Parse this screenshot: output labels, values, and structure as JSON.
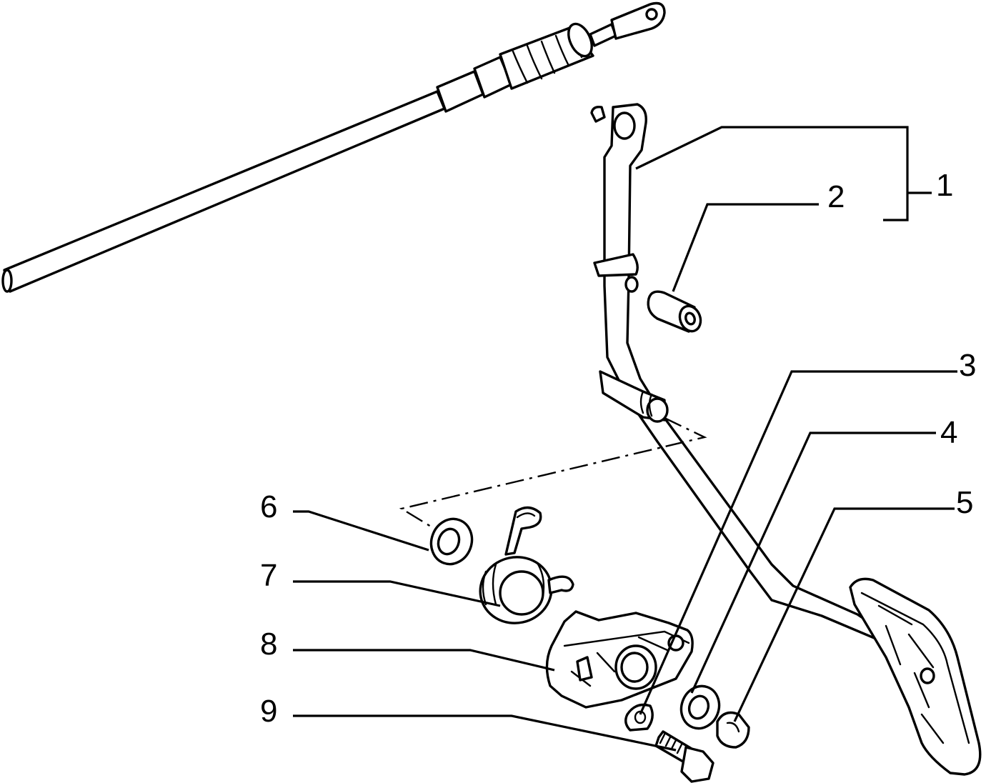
{
  "callouts": [
    {
      "id": "1",
      "text": "1"
    },
    {
      "id": "2",
      "text": "2"
    },
    {
      "id": "3",
      "text": "3"
    },
    {
      "id": "4",
      "text": "4"
    },
    {
      "id": "5",
      "text": "5"
    },
    {
      "id": "6",
      "text": "6"
    },
    {
      "id": "7",
      "text": "7"
    },
    {
      "id": "8",
      "text": "8"
    },
    {
      "id": "9",
      "text": "9"
    }
  ],
  "colors": {
    "ink": "#000000",
    "paper": "#ffffff"
  }
}
